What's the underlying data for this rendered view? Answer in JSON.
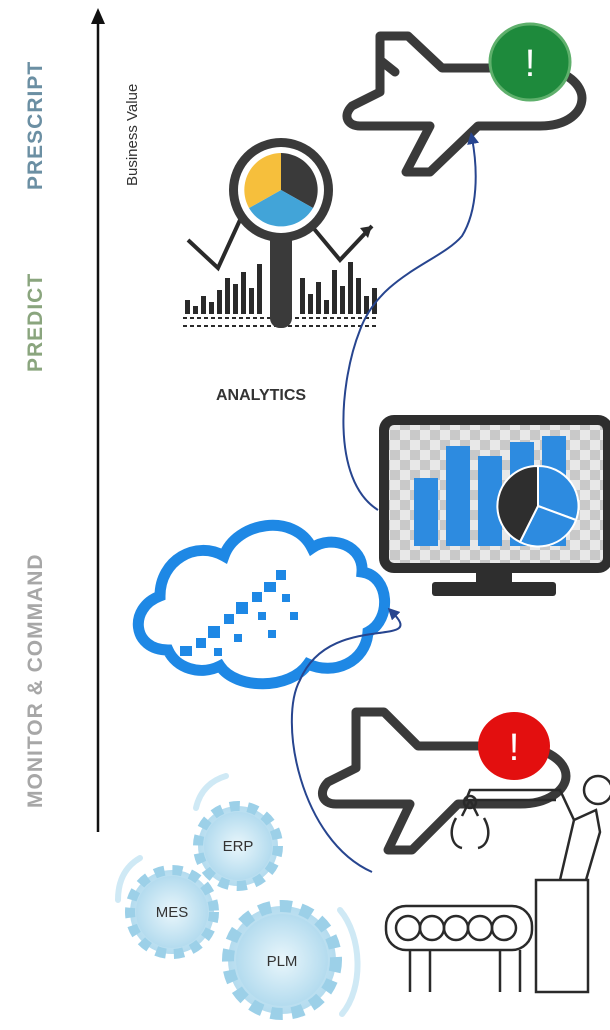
{
  "stages": {
    "prescript": "PRESCRIPT",
    "predict": "PREDICT",
    "monitor": "MONITOR & COMMAND"
  },
  "axis_label": "Business Value",
  "analytics_label": "ANALYTICS",
  "alerts": {
    "green_mark": "!",
    "red_mark": "!"
  },
  "gears": {
    "erp": "ERP",
    "mes": "MES",
    "plm": "PLM"
  },
  "colors": {
    "prescript": "#6b8fa3",
    "predict": "#8aa57e",
    "monitor": "#a7a7a7",
    "alert_green": "#1e8a3c",
    "alert_red": "#e30f0f",
    "arrow": "#27458f",
    "cloud_blue": "#1e88e5",
    "gear_fill": "#cfe9f5"
  }
}
